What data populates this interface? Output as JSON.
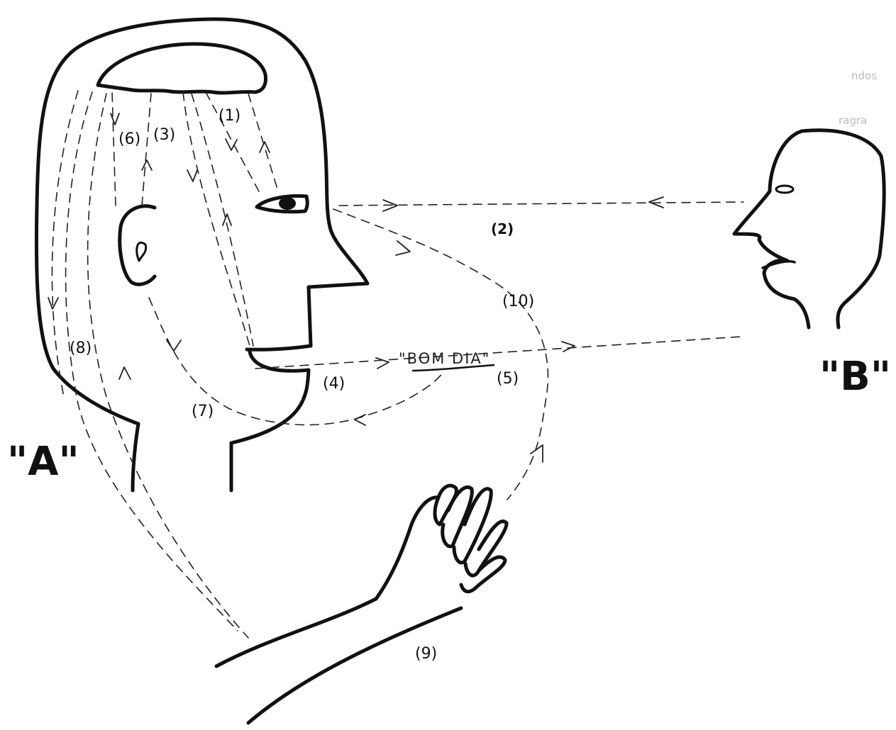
{
  "persons": {
    "a": "\"A\"",
    "b": "\"B\""
  },
  "steps": {
    "s1": "(1)",
    "s2": "(2)",
    "s3": "(3)",
    "s4": "(4)",
    "s5": "(5)",
    "s6": "(6)",
    "s7": "(7)",
    "s8": "(8)",
    "s9": "(9)",
    "s10": "(10)"
  },
  "speech": "\"BOM DIA\"",
  "margin_text": [
    "ndos",
    "ragra"
  ]
}
